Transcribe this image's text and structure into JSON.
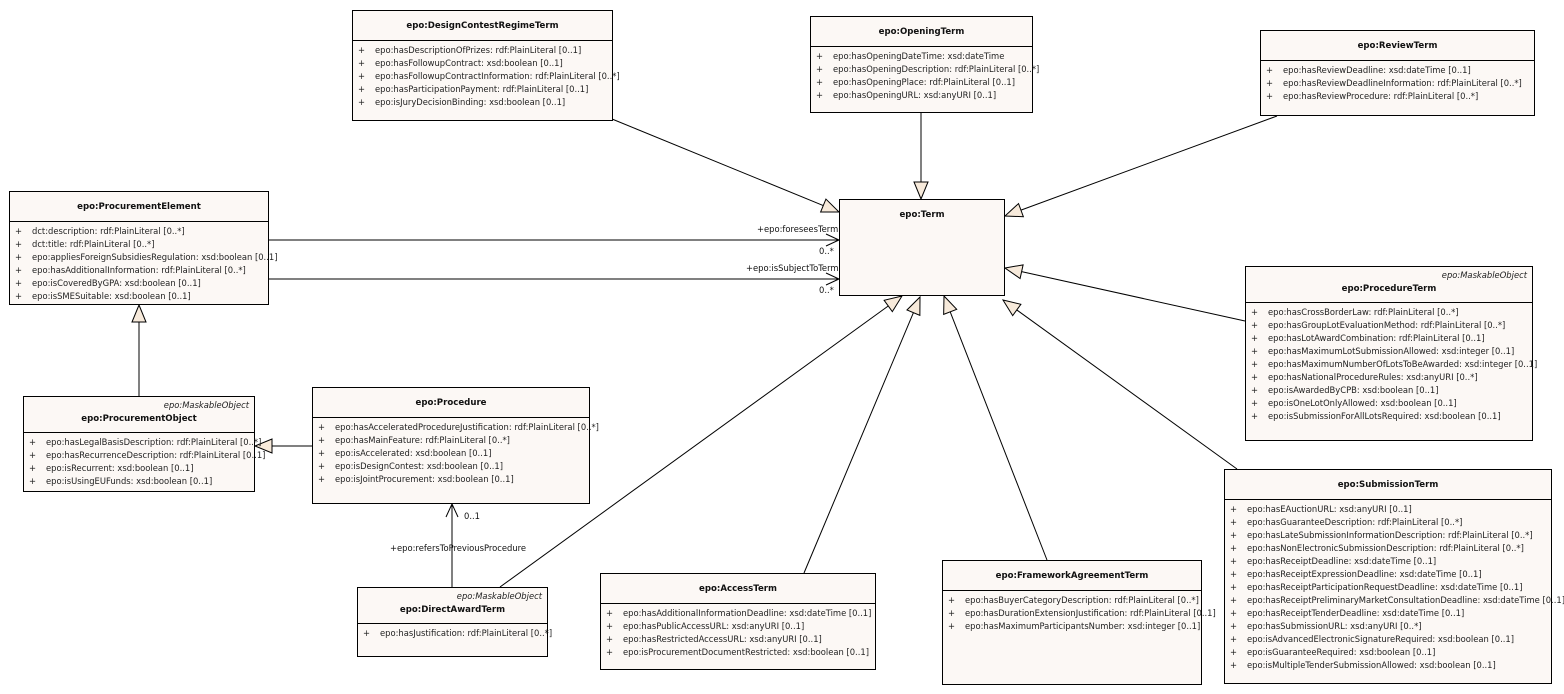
{
  "diagram": {
    "classes": [
      {
        "id": "design",
        "name": "epo:DesignContestRegimeTerm",
        "stereotype": "",
        "attributes": [
          {
            "vis": "+",
            "text": "epo:hasDescriptionOfPrizes: rdf:PlainLiteral [0..1]"
          },
          {
            "vis": "+",
            "text": "epo:hasFollowupContract: xsd:boolean [0..1]"
          },
          {
            "vis": "+",
            "text": "epo:hasFollowupContractInformation: rdf:PlainLiteral [0..*]"
          },
          {
            "vis": "+",
            "text": "epo:hasParticipationPayment: rdf:PlainLiteral [0..1]"
          },
          {
            "vis": "+",
            "text": "epo:isJuryDecisionBinding: xsd:boolean [0..1]"
          }
        ]
      },
      {
        "id": "opening",
        "name": "epo:OpeningTerm",
        "stereotype": "",
        "attributes": [
          {
            "vis": "+",
            "text": "epo:hasOpeningDateTime: xsd:dateTime"
          },
          {
            "vis": "+",
            "text": "epo:hasOpeningDescription: rdf:PlainLiteral [0..*]"
          },
          {
            "vis": "+",
            "text": "epo:hasOpeningPlace: rdf:PlainLiteral [0..1]"
          },
          {
            "vis": "+",
            "text": "epo:hasOpeningURL: xsd:anyURI [0..1]"
          }
        ]
      },
      {
        "id": "review",
        "name": "epo:ReviewTerm",
        "stereotype": "",
        "attributes": [
          {
            "vis": "+",
            "text": "epo:hasReviewDeadline: xsd:dateTime [0..1]"
          },
          {
            "vis": "+",
            "text": "epo:hasReviewDeadlineInformation: rdf:PlainLiteral [0..*]"
          },
          {
            "vis": "+",
            "text": "epo:hasReviewProcedure: rdf:PlainLiteral [0..*]"
          }
        ]
      },
      {
        "id": "element",
        "name": "epo:ProcurementElement",
        "stereotype": "",
        "attributes": [
          {
            "vis": "+",
            "text": "dct:description: rdf:PlainLiteral [0..*]"
          },
          {
            "vis": "+",
            "text": "dct:title: rdf:PlainLiteral [0..*]"
          },
          {
            "vis": "+",
            "text": "epo:appliesForeignSubsidiesRegulation: xsd:boolean [0..1]"
          },
          {
            "vis": "+",
            "text": "epo:hasAdditionalInformation: rdf:PlainLiteral [0..*]"
          },
          {
            "vis": "+",
            "text": "epo:isCoveredByGPA: xsd:boolean [0..1]"
          },
          {
            "vis": "+",
            "text": "epo:isSMESuitable: xsd:boolean [0..1]"
          }
        ]
      },
      {
        "id": "term",
        "name": "epo:Term",
        "stereotype": "",
        "attributes": []
      },
      {
        "id": "procterm",
        "name": "epo:ProcedureTerm",
        "stereotype": "epo:MaskableObject",
        "attributes": [
          {
            "vis": "+",
            "text": "epo:hasCrossBorderLaw: rdf:PlainLiteral [0..*]"
          },
          {
            "vis": "+",
            "text": "epo:hasGroupLotEvaluationMethod: rdf:PlainLiteral [0..*]"
          },
          {
            "vis": "+",
            "text": "epo:hasLotAwardCombination: rdf:PlainLiteral [0..1]"
          },
          {
            "vis": "+",
            "text": "epo:hasMaximumLotSubmissionAllowed: xsd:integer [0..1]"
          },
          {
            "vis": "+",
            "text": "epo:hasMaximumNumberOfLotsToBeAwarded: xsd:integer [0..1]"
          },
          {
            "vis": "+",
            "text": "epo:hasNationalProcedureRules: xsd:anyURI [0..*]"
          },
          {
            "vis": "+",
            "text": "epo:isAwardedByCPB: xsd:boolean [0..1]"
          },
          {
            "vis": "+",
            "text": "epo:isOneLotOnlyAllowed: xsd:boolean [0..1]"
          },
          {
            "vis": "+",
            "text": "epo:isSubmissionForAllLotsRequired: xsd:boolean [0..1]"
          }
        ]
      },
      {
        "id": "object",
        "name": "epo:ProcurementObject",
        "stereotype": "epo:MaskableObject",
        "attributes": [
          {
            "vis": "+",
            "text": "epo:hasLegalBasisDescription: rdf:PlainLiteral [0..*]"
          },
          {
            "vis": "+",
            "text": "epo:hasRecurrenceDescription: rdf:PlainLiteral [0..1]"
          },
          {
            "vis": "+",
            "text": "epo:isRecurrent: xsd:boolean [0..1]"
          },
          {
            "vis": "+",
            "text": "epo:isUsingEUFunds: xsd:boolean [0..1]"
          }
        ]
      },
      {
        "id": "procedure",
        "name": "epo:Procedure",
        "stereotype": "",
        "attributes": [
          {
            "vis": "+",
            "text": "epo:hasAcceleratedProcedureJustification: rdf:PlainLiteral [0..*]"
          },
          {
            "vis": "+",
            "text": "epo:hasMainFeature: rdf:PlainLiteral [0..*]"
          },
          {
            "vis": "+",
            "text": "epo:isAccelerated: xsd:boolean [0..1]"
          },
          {
            "vis": "+",
            "text": "epo:isDesignContest: xsd:boolean [0..1]"
          },
          {
            "vis": "+",
            "text": "epo:isJointProcurement: xsd:boolean [0..1]"
          }
        ]
      },
      {
        "id": "direct",
        "name": "epo:DirectAwardTerm",
        "stereotype": "epo:MaskableObject",
        "attributes": [
          {
            "vis": "+",
            "text": "epo:hasJustification: rdf:PlainLiteral [0..*]"
          }
        ]
      },
      {
        "id": "access",
        "name": "epo:AccessTerm",
        "stereotype": "",
        "attributes": [
          {
            "vis": "+",
            "text": "epo:hasAdditionalInformationDeadline: xsd:dateTime [0..1]"
          },
          {
            "vis": "+",
            "text": "epo:hasPublicAccessURL: xsd:anyURI [0..1]"
          },
          {
            "vis": "+",
            "text": "epo:hasRestrictedAccessURL: xsd:anyURI [0..1]"
          },
          {
            "vis": "+",
            "text": "epo:isProcurementDocumentRestricted: xsd:boolean [0..1]"
          }
        ]
      },
      {
        "id": "framework",
        "name": "epo:FrameworkAgreementTerm",
        "stereotype": "",
        "attributes": [
          {
            "vis": "+",
            "text": "epo:hasBuyerCategoryDescription: rdf:PlainLiteral [0..*]"
          },
          {
            "vis": "+",
            "text": "epo:hasDurationExtensionJustification: rdf:PlainLiteral [0..1]"
          },
          {
            "vis": "+",
            "text": "epo:hasMaximumParticipantsNumber: xsd:integer [0..1]"
          }
        ]
      },
      {
        "id": "submission",
        "name": "epo:SubmissionTerm",
        "stereotype": "",
        "attributes": [
          {
            "vis": "+",
            "text": "epo:hasEAuctionURL: xsd:anyURI [0..1]"
          },
          {
            "vis": "+",
            "text": "epo:hasGuaranteeDescription: rdf:PlainLiteral [0..*]"
          },
          {
            "vis": "+",
            "text": "epo:hasLateSubmissionInformationDescription: rdf:PlainLiteral [0..*]"
          },
          {
            "vis": "+",
            "text": "epo:hasNonElectronicSubmissionDescription: rdf:PlainLiteral [0..*]"
          },
          {
            "vis": "+",
            "text": "epo:hasReceiptDeadline: xsd:dateTime [0..1]"
          },
          {
            "vis": "+",
            "text": "epo:hasReceiptExpressionDeadline: xsd:dateTime [0..1]"
          },
          {
            "vis": "+",
            "text": "epo:hasReceiptParticipationRequestDeadline: xsd:dateTime [0..1]"
          },
          {
            "vis": "+",
            "text": "epo:hasReceiptPreliminaryMarketConsultationDeadline: xsd:dateTime [0..1]"
          },
          {
            "vis": "+",
            "text": "epo:hasReceiptTenderDeadline: xsd:dateTime [0..1]"
          },
          {
            "vis": "+",
            "text": "epo:hasSubmissionURL: xsd:anyURI [0..*]"
          },
          {
            "vis": "+",
            "text": "epo:isAdvancedElectronicSignatureRequired: xsd:boolean [0..1]"
          },
          {
            "vis": "+",
            "text": "epo:isGuaranteeRequired: xsd:boolean [0..1]"
          },
          {
            "vis": "+",
            "text": "epo:isMultipleTenderSubmissionAllowed: xsd:boolean [0..1]"
          }
        ]
      }
    ],
    "associations": {
      "foresees": {
        "role": "+epo:foreseesTerm",
        "multiplicity": "0..*"
      },
      "subject": {
        "role": "+epo:isSubjectToTerm",
        "multiplicity": "0..*"
      },
      "previous": {
        "role": "+epo:refersToPreviousProcedure",
        "multiplicity": "0..1"
      }
    },
    "generalizations": [
      {
        "from": "design",
        "to": "term"
      },
      {
        "from": "opening",
        "to": "term"
      },
      {
        "from": "review",
        "to": "term"
      },
      {
        "from": "procterm",
        "to": "term"
      },
      {
        "from": "submission",
        "to": "term"
      },
      {
        "from": "framework",
        "to": "term"
      },
      {
        "from": "access",
        "to": "term"
      },
      {
        "from": "direct",
        "to": "term"
      },
      {
        "from": "object",
        "to": "element"
      },
      {
        "from": "procedure",
        "to": "object"
      }
    ],
    "colors": {
      "box_fill": "#fcf8f5",
      "arrow_fill": "#f7eadb",
      "line": "#000000"
    }
  }
}
